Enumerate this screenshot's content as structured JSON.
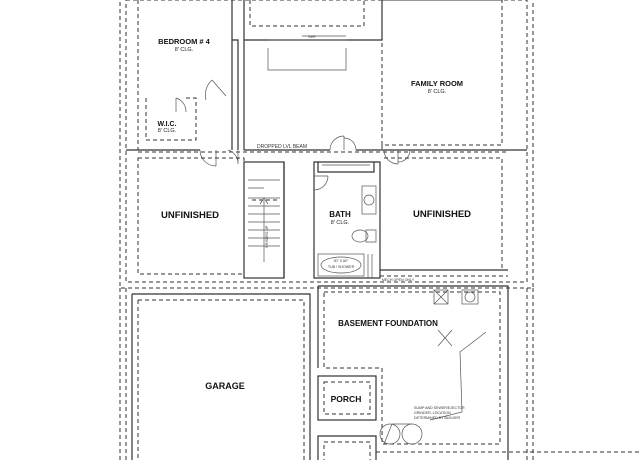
{
  "rooms": {
    "bedroom4": {
      "name": "BEDROOM # 4",
      "clg": "8' CLG."
    },
    "wic": {
      "name": "W.I.C.",
      "clg": "8' CLG."
    },
    "family": {
      "name": "FAMILY ROOM",
      "clg": "8' CLG."
    },
    "unfinished_left": {
      "name": "UNFINISHED"
    },
    "unfinished_right": {
      "name": "UNFINISHED"
    },
    "bath": {
      "name": "BATH",
      "clg": "8' CLG."
    },
    "basement": {
      "name": "BASEMENT FOUNDATION"
    },
    "garage": {
      "name": "GARAGE"
    },
    "porch": {
      "name": "PORCH"
    }
  },
  "notes": {
    "beam": "DROPPED LVL BEAM",
    "sump": [
      "SUMP AND SEWER/EJECTOR",
      "GRINDER, LOCATION",
      "DETERMINED BY BUILDER"
    ],
    "tub": [
      "30\" X 60\"",
      "TUB / SHOWER"
    ],
    "shelf": "SHF",
    "mech": "MECH OPEN ONLY",
    "stair": "9 RISERS UP"
  }
}
